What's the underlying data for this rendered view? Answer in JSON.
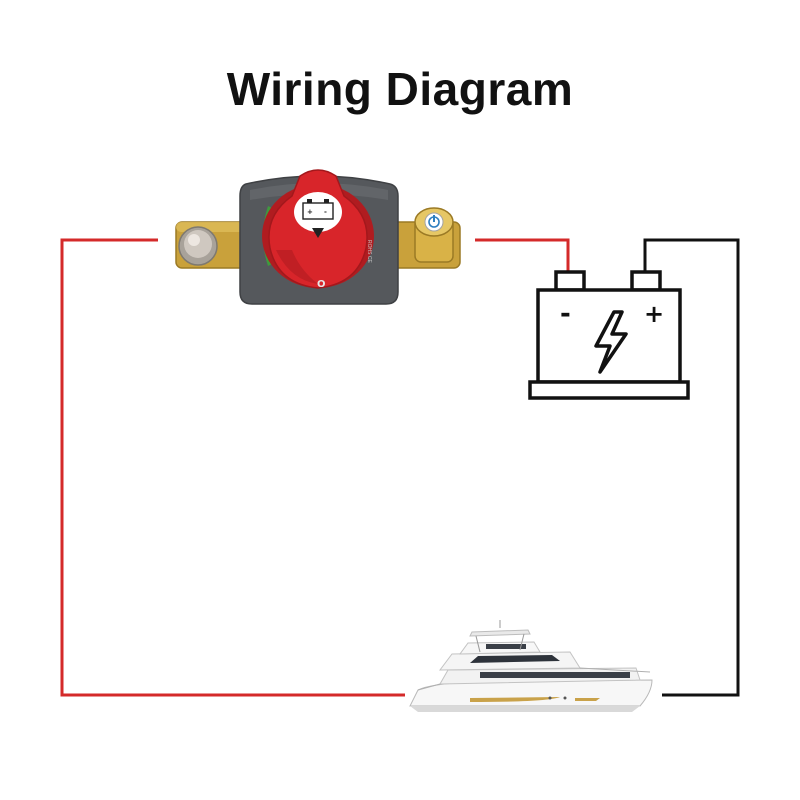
{
  "title": "Wiring Diagram",
  "battery": {
    "negative_label": "-",
    "positive_label": "+"
  },
  "switch": {
    "off_marking": "O",
    "on_marking": "I"
  },
  "colors": {
    "wire_positive": "#d42a2a",
    "wire_negative": "#111111",
    "switch_knob": "#d8252a",
    "switch_base": "#55585c",
    "terminal_brass": "#c9a13b"
  }
}
